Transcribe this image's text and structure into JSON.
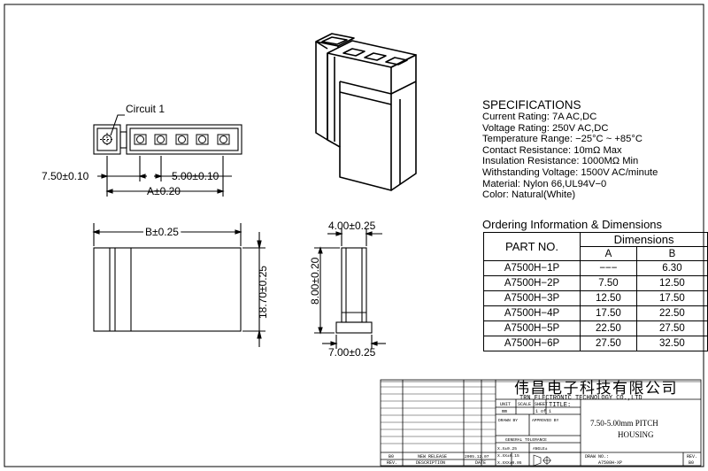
{
  "drawing": {
    "circuit_label": "Circuit 1",
    "dims": {
      "pitch_a": "7.50±0.10",
      "pitch_b": "5.00±0.10",
      "a": "A±0.20",
      "b": "B±0.25",
      "height_front": "18.70±0.25",
      "side_top": "4.00±0.25",
      "side_height": "8.00±0.20",
      "side_bottom": "7.00±0.25"
    }
  },
  "specs": {
    "title": "SPECIFICATIONS",
    "lines": [
      "Current Rating: 7A AC,DC",
      "Voltage Rating: 250V AC,DC",
      "Temperature Range: −25°C ~ +85°C",
      "Contact Resistance: 10mΩ Max",
      "Insulation Resistance: 1000MΩ Min",
      "Withstanding Voltage: 1500V AC/minute",
      "Material: Nylon 66,UL94V−0",
      "Color: Natural(White)"
    ]
  },
  "ordering": {
    "title": "Ordering Information & Dimensions",
    "col_part": "PART NO.",
    "col_dims": "Dimensions",
    "col_a": "A",
    "col_b": "B",
    "rows": [
      {
        "part": "A7500H−1P",
        "a": "−−−",
        "b": "6.30"
      },
      {
        "part": "A7500H−2P",
        "a": "7.50",
        "b": "12.50"
      },
      {
        "part": "A7500H−3P",
        "a": "12.50",
        "b": "17.50"
      },
      {
        "part": "A7500H−4P",
        "a": "17.50",
        "b": "22.50"
      },
      {
        "part": "A7500H−5P",
        "a": "22.50",
        "b": "27.50"
      },
      {
        "part": "A7500H−6P",
        "a": "27.50",
        "b": "32.50"
      }
    ]
  },
  "title_block": {
    "company_cn": "伟昌电子科技有限公司",
    "company_en": "TRN ELECTRONIC TECHNOLOGY CO.,LTD",
    "unit_label": "UNIT",
    "unit_value": "mm",
    "scale_label": "SCALE",
    "sheet_label": "SHEET",
    "sheet_value": "1 of 1",
    "title_label": "TITLE:",
    "drawn_by": "DRAWN BY",
    "approved_by": "APPROVED BY",
    "title_line1": "7.50-5.00mm PITCH",
    "title_line2": "HOUSING",
    "general_tolerance": "GENERAL TOLERANCE",
    "tol_1": "X.X±0.25",
    "tol_2": "X.XX±0.15",
    "tol_3": "X.XXX±0.05",
    "angle": "ANGLE±",
    "rev_code": "B0",
    "new_release": "NEW RELEASE",
    "release_date": "2005.12.07",
    "rev_label": "REV.",
    "description_label": "DESCRIPTION",
    "date_label": "DATE",
    "drawing_no_label": "DRAW NO.:",
    "drawing_no": "A7500H-XP",
    "rev_label2": "REV.",
    "rev_value": "B0"
  }
}
